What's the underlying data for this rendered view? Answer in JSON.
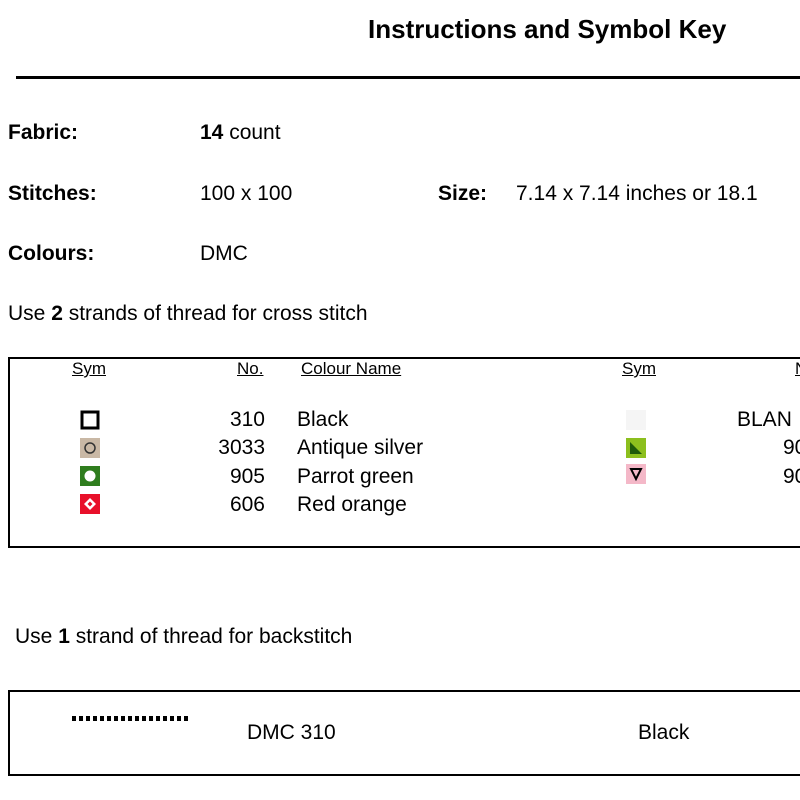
{
  "title": "Instructions and Symbol Key",
  "fabric": {
    "label": "Fabric:",
    "count": "14",
    "unit": "count"
  },
  "stitches": {
    "label": "Stitches:",
    "value": "100 x 100"
  },
  "size": {
    "label": "Size:",
    "value": "7.14 x 7.14 inches or 18.1"
  },
  "colours": {
    "label": "Colours:",
    "value": "DMC"
  },
  "cross": {
    "pre": "Use ",
    "strands": "2",
    "post": " strands of thread for cross stitch"
  },
  "key_headers": {
    "sym": "Sym",
    "no": "No.",
    "name": "Colour Name",
    "sym2": "Sym",
    "no2": "N"
  },
  "key_left": [
    {
      "no": "310",
      "name": "Black",
      "icon": "hollow-black-square-icon",
      "color": "#000000"
    },
    {
      "no": "3033",
      "name": "Antique silver",
      "icon": "circle-on-silver-icon",
      "color": "#c9b8a5"
    },
    {
      "no": "905",
      "name": "Parrot green",
      "icon": "circle-on-green-icon",
      "color": "#2f7d1e"
    },
    {
      "no": "606",
      "name": "Red orange",
      "icon": "diamond-on-red-icon",
      "color": "#e8102a"
    }
  ],
  "key_right": [
    {
      "no": "BLAN",
      "icon": "blank-white-square-icon",
      "color": "#f5f5f5"
    },
    {
      "no": "90",
      "icon": "triangle-on-lime-icon",
      "color": "#8cbf1e"
    },
    {
      "no": "90",
      "icon": "triangle-down-on-pink-icon",
      "color": "#f4b8c8"
    }
  ],
  "back": {
    "pre": "Use ",
    "strands": "1",
    "post": " strand of thread for backstitch"
  },
  "backstitch": {
    "thread": "DMC 310",
    "name": "Black"
  }
}
